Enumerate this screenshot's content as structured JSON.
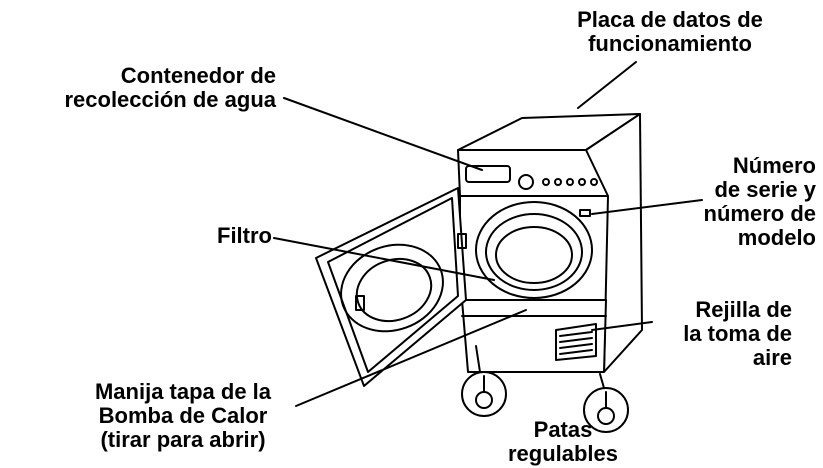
{
  "labels": {
    "placa": [
      "Placa de datos de",
      "funcionamiento"
    ],
    "contenedor": [
      "Contenedor de",
      "recolección de agua"
    ],
    "numero": [
      "Número",
      "de serie y",
      "número de",
      "modelo"
    ],
    "filtro": [
      "Filtro"
    ],
    "rejilla": [
      "Rejilla de",
      "la toma de",
      "aire"
    ],
    "manija": [
      "Manija tapa de la",
      "Bomba de Calor",
      "(tirar para abrir)"
    ],
    "patas": [
      "Patas",
      "regulables"
    ]
  },
  "colors": {
    "ink": "#000000",
    "paper": "#ffffff"
  }
}
